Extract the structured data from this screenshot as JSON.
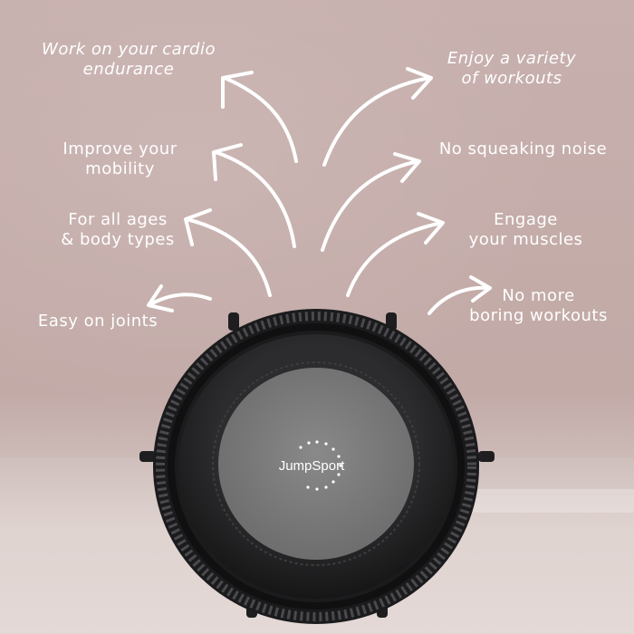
{
  "labels": {
    "cardio": "Work on your cardio\nendurance",
    "variety": "Enjoy a variety\nof workouts",
    "mobility": "Improve your\nmobility",
    "squeak": "No squeaking noise",
    "ages": "For all ages\n& body types",
    "muscles": "Engage\nyour muscles",
    "joints": "Easy on joints",
    "boring": "No more\nboring workouts"
  },
  "brand": {
    "logo_text": "JumpSport"
  },
  "colors": {
    "text": "#ffffff",
    "arrow": "#ffffff",
    "frame": "#1f1f21",
    "mat": "#7c7b7c",
    "skirt": "#2a2a2c"
  },
  "icons": {
    "arrow": "curved-arrow-icon"
  }
}
